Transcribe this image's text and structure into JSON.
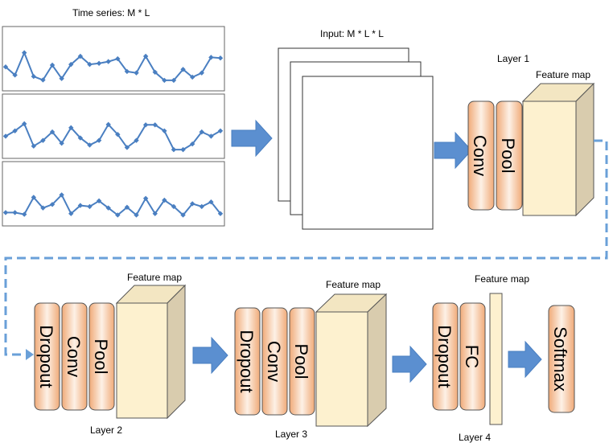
{
  "labels": {
    "time_series": "Time series: M * L",
    "input": "Input: M * L * L",
    "layer1": "Layer 1",
    "layer2": "Layer 2",
    "layer3": "Layer 3",
    "layer4": "Layer 4",
    "feature_map": "Feature map"
  },
  "layers": {
    "conv": "Conv",
    "pool": "Pool",
    "dropout": "Dropout",
    "fc": "FC",
    "softmax": "Softmax"
  },
  "series": [
    [
      0.55,
      0.78,
      0.15,
      0.82,
      0.92,
      0.5,
      0.88,
      0.48,
      0.25,
      0.48,
      0.45,
      0.4,
      0.32,
      0.68,
      0.72,
      0.25,
      0.7,
      0.93,
      0.93,
      0.62,
      0.84,
      0.72,
      0.28,
      0.3
    ],
    [
      0.6,
      0.45,
      0.25,
      0.88,
      0.72,
      0.48,
      0.8,
      0.36,
      0.65,
      0.85,
      0.72,
      0.27,
      0.55,
      0.92,
      0.72,
      0.28,
      0.28,
      0.45,
      0.98,
      0.98,
      0.82,
      0.48,
      0.6,
      0.45
    ],
    [
      0.85,
      0.85,
      0.9,
      0.42,
      0.72,
      0.62,
      0.35,
      0.88,
      0.65,
      0.68,
      0.52,
      0.72,
      0.92,
      0.7,
      0.92,
      0.45,
      0.88,
      0.5,
      0.68,
      0.92,
      0.6,
      0.68,
      0.55,
      0.88
    ]
  ],
  "colors": {
    "series_line": "#4a7fc1",
    "arrow": "#5b8fd0",
    "dash": "#6aa0d8",
    "feature_front": "#fdf1cf",
    "feature_side": "#d9ccae",
    "feature_top": "#f3e6c2",
    "layer_stripe_edge": "#f3b88a",
    "layer_stripe_mid": "#fdeee0"
  }
}
